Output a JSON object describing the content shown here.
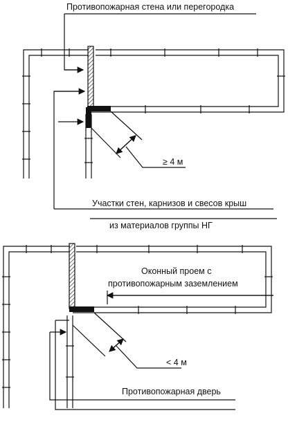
{
  "top_plan": {
    "label_firewall": "Противопожарная стена или перегородка",
    "label_distance": "≥ 4 м",
    "label_ng_line1": "Участки стен, карнизов и свесов крыш",
    "label_ng_line2": "из материалов группы НГ"
  },
  "bottom_plan": {
    "label_window_line1": "Оконный проем с",
    "label_window_line2": "противопожарным заземлением",
    "label_distance": "< 4 м",
    "label_door": "Противопожарная дверь"
  },
  "colors": {
    "ink": "#111111",
    "background": "#ffffff"
  }
}
